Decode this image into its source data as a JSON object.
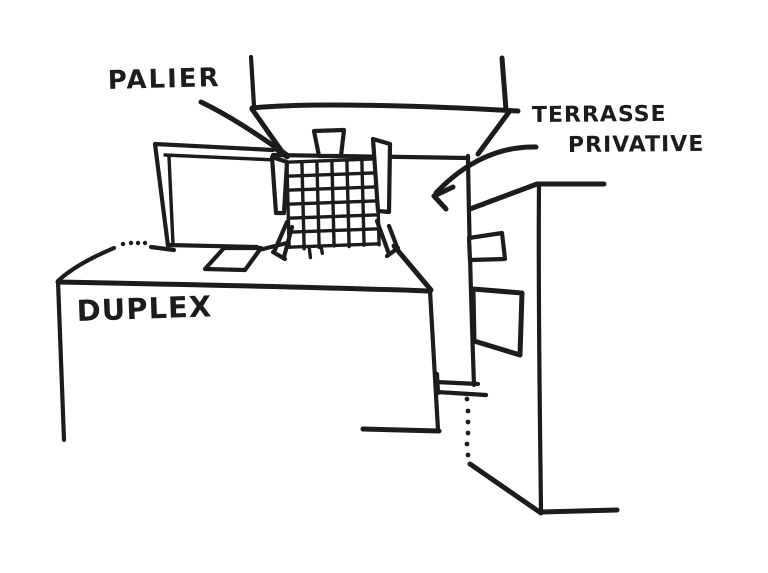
{
  "sketch": {
    "labels": {
      "palier": "PALIER",
      "terrasse_line1": "TERRASSE",
      "terrasse_line2": "PRIVATIVE",
      "duplex": "DUPLEX"
    },
    "colors": {
      "ink": "#1c1c1c",
      "background": "#ffffff"
    }
  }
}
